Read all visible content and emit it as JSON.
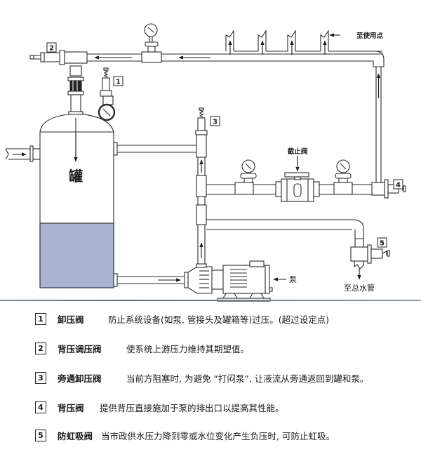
{
  "diagram": {
    "tank_label": "罐",
    "to_use_points_label": "至使用点",
    "shutoff_valve_label": "截止阀",
    "pump_label": "泵",
    "to_main_label": "至总水管",
    "valve_markers": [
      "1",
      "2",
      "3",
      "4",
      "5"
    ],
    "colors": {
      "line": "#2a2a2a",
      "liquid": "#aab4cf",
      "divider": "#6b7a88"
    }
  },
  "legend": [
    {
      "number": "1",
      "term": "卸压阀",
      "description": "防止系统设备(如泵, 管接头及罐箱等)过压。(超过设定点)"
    },
    {
      "number": "2",
      "term": "背压调压阀",
      "description": "使系统上游压力维持其期望值。"
    },
    {
      "number": "3",
      "term": "旁通卸压阀",
      "description": "当前方阻塞时, 为避免 “打闷泵”, 让液流从旁通返回到罐和泵。"
    },
    {
      "number": "4",
      "term": "背压阀",
      "description": "提供背压直接施加于泵的排出口以提高其性能。"
    },
    {
      "number": "5",
      "term": "防虹吸阀",
      "description": "当市政供水压力降到零或水位变化产生负压时, 可防止虹吸。"
    }
  ]
}
